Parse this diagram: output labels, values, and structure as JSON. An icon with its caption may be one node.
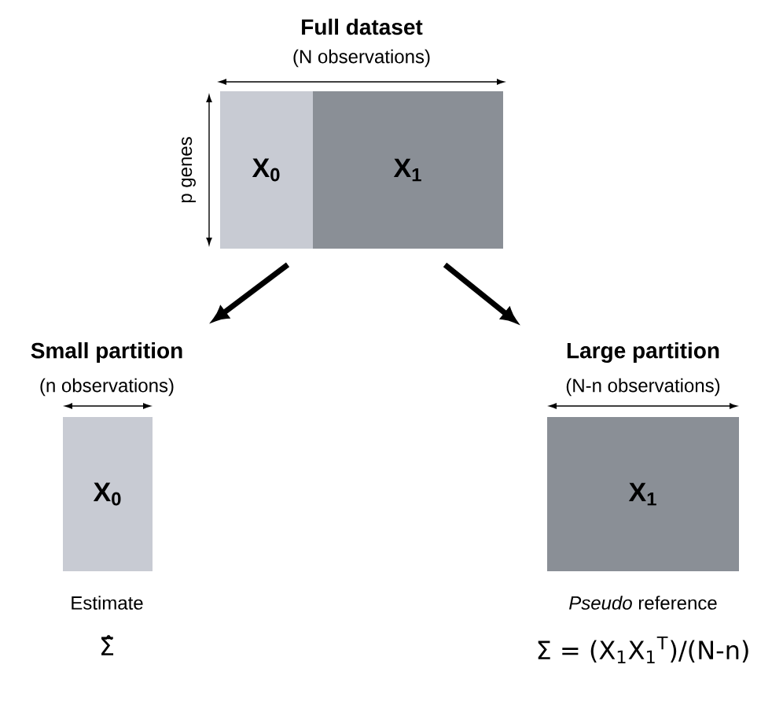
{
  "diagram": {
    "nodes": [
      {
        "text": [
          "Full dataset",
          "(N observations)"
        ]
      },
      {
        "text": [
          "X$_{0}$"
        ]
      },
      {
        "text": [
          "X$_{1}$"
        ]
      },
      {
        "text": [
          "Small partition",
          "(n observations)",
          "X$_{0}$"
        ],
        "beside": [
          "Estimate",
          "Σ̂"
        ]
      },
      {
        "text": [
          "Large partition",
          "(N-n observations)",
          "X$_{1}$"
        ],
        "beside": [
          "*Pseudo* reference",
          "Σ = (X$_{1}$X$_{1}$$^{T}$)/(N-n)"
        ]
      }
    ],
    "edges": [
      {
        "from": 1,
        "to": 3,
        "arrow": "to"
      },
      {
        "from": 2,
        "to": 4,
        "arrow": "to"
      }
    ],
    "labels": [
      "p genes"
    ]
  }
}
